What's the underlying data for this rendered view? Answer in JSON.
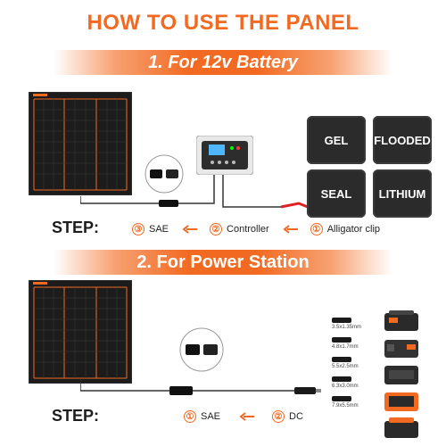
{
  "title": "HOW TO USE THE PANEL",
  "section1": {
    "heading": "1. For 12v Battery",
    "step_label": "STEP:",
    "steps": [
      {
        "num": "③",
        "label": "SAE"
      },
      {
        "num": "②",
        "label": "Controller"
      },
      {
        "num": "①",
        "label": "Alligator clip"
      }
    ],
    "batteries": [
      "GEL",
      "FLOODED",
      "SEAL",
      "LITHIUM"
    ]
  },
  "section2": {
    "heading": "2. For Power Station",
    "step_label": "STEP:",
    "steps": [
      {
        "num": "①",
        "label": "SAE"
      },
      {
        "num": "②",
        "label": "DC"
      }
    ],
    "adapters": [
      "3.5x1.35mm",
      "4.8x1.7mm",
      "5.5x2.5mm",
      "6.3x3.0mm",
      "7.9x5.5mm"
    ]
  },
  "colors": {
    "accent": "#f26a22",
    "panel": "#1c1c1c",
    "battery": "#2b2b2b"
  }
}
